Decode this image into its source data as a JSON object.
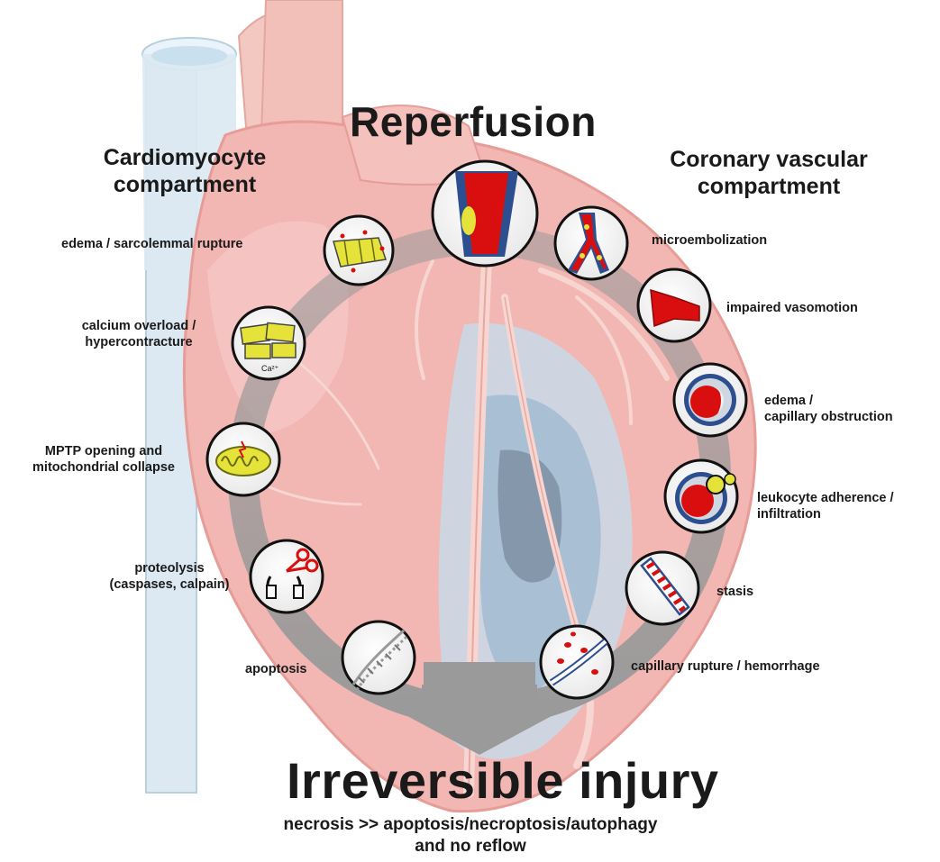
{
  "title": "Reperfusion",
  "left_compartment": {
    "line1": "Cardiomyocyte",
    "line2": "compartment"
  },
  "right_compartment": {
    "line1": "Coronary vascular",
    "line2": "compartment"
  },
  "left_items": [
    {
      "text": "edema / sarcolemmal rupture"
    },
    {
      "line1": "calcium overload /",
      "line2": "hypercontracture"
    },
    {
      "line1": "MPTP opening and",
      "line2": "mitochondrial collapse"
    },
    {
      "line1": "proteolysis",
      "line2": "(caspases, calpain)"
    },
    {
      "text": "apoptosis"
    }
  ],
  "right_items": [
    {
      "text": "microembolization"
    },
    {
      "text": "impaired vasomotion"
    },
    {
      "line1": "edema /",
      "line2": "capillary obstruction"
    },
    {
      "line1": "leukocyte adherence /",
      "line2": "infiltration"
    },
    {
      "text": "stasis"
    },
    {
      "text": "capillary rupture / hemorrhage"
    }
  ],
  "calcium_symbol": "Ca²⁺",
  "outcome": {
    "title": "Irreversible injury",
    "line1": "necrosis >> apoptosis/necroptosis/autophagy",
    "line2": "and no reflow"
  },
  "colors": {
    "heart": "#f2b6b3",
    "heart_dark": "#e89590",
    "ring": "#9a9a9a",
    "infarct": "#b9c9d8",
    "blood": "#d90f0f",
    "vessel_wall": "#2e4f8f",
    "myocyte": "#e5e23a"
  }
}
